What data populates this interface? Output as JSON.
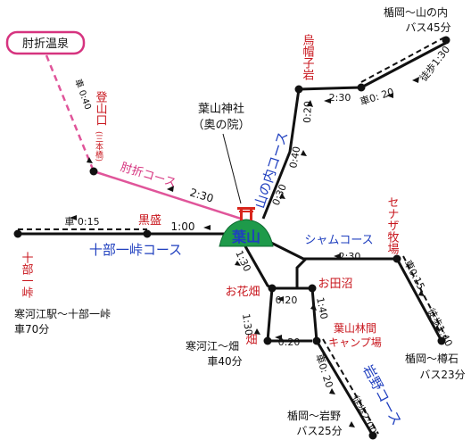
{
  "summit": {
    "name": "葉山"
  },
  "shrine": {
    "line1": "葉山神社",
    "line2": "（奥の院）"
  },
  "places": {
    "hijiori_onsen": "肘折温泉",
    "tozanguchi": "登山口",
    "tozanguchi_sub": "(三本橋)",
    "kuromori": "黒盛",
    "jubu_ichi_toge": "十部一峠",
    "eboshi_iwa": "烏帽子岩",
    "sena_bokujo": "セナザ牧場",
    "ohanabatake": "お花畑",
    "otanuma": "お田沼",
    "camp": "葉山林間キャンプ場",
    "hata": "畑"
  },
  "courses": {
    "hijiori": "肘折コース",
    "jubuichi": "十部一峠コース",
    "yamanouchi": "山の内コース",
    "shamu": "シャムコース",
    "iwano": "岩野コース"
  },
  "times": {
    "car_040": "車 0:40",
    "t_230_hijiori": "2:30",
    "car_015_left": "車 0:15",
    "t_100": "1:00",
    "t_030a": "0:30",
    "t_040": "0:40",
    "t_020a": "0:20",
    "t_230_eboshi": "2:30",
    "car_020_top": "車0: 20",
    "walk_130_top": "徒歩1:30",
    "t_230_shamu": "2:30",
    "car_015_right": "車0:15",
    "walk_140": "徒歩1:40",
    "t_130a": "1:30",
    "t_020b": "0:20",
    "t_140b": "1:40",
    "t_130b": "1:30",
    "t_020c": "0:20",
    "car_020_bottom": "車0: 20",
    "walk_200": "徒歩2:00"
  },
  "access": {
    "top_right_1": "楯岡～山の内",
    "top_right_2": "バス45分",
    "left_1": "寒河江駅～十部一峠",
    "left_2": "車70分",
    "mid_1": "寒河江～畑",
    "mid_2": "車40分",
    "right_1": "楯岡～樽石",
    "right_2": "バス23分",
    "bottom_1": "楯岡～岩野",
    "bottom_2": "バス25分"
  },
  "colors": {
    "road": "#111111",
    "trail_pink": "#e0559a",
    "place_red": "#c8161d",
    "course_blue": "#1f3fbf",
    "summit_green": "#1e9a4a",
    "summit_text": "#1f3fbf",
    "torii": "#d8261c",
    "onsen_border": "#d6337f"
  },
  "icons": {
    "summit": "mountain-icon",
    "shrine": "torii-icon",
    "junction": "junction-dot-icon",
    "direction": "direction-arrow-icon"
  }
}
